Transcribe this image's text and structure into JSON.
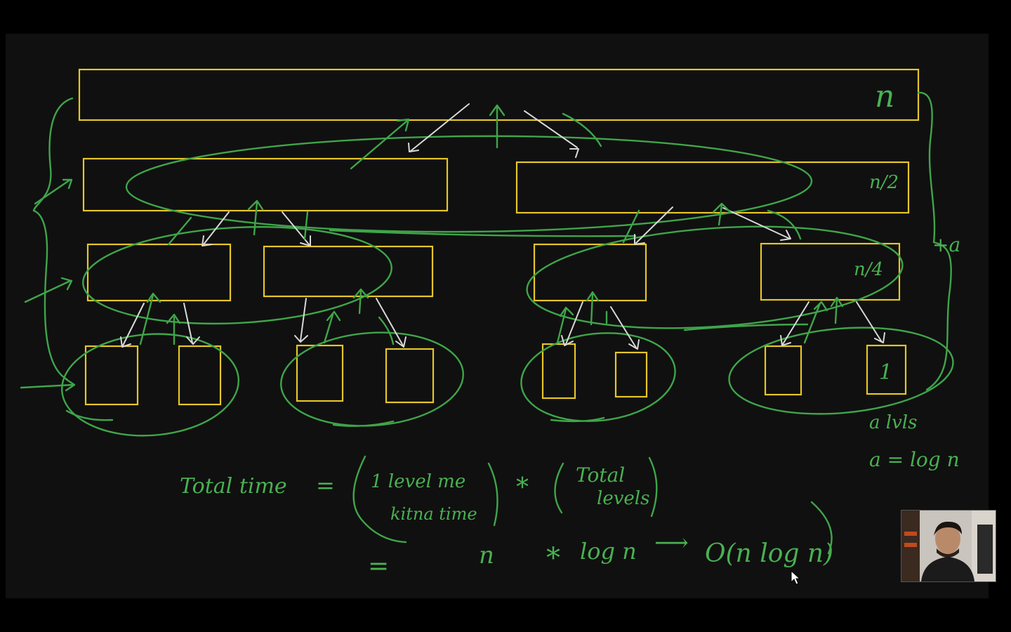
{
  "labels": {
    "top_size": "n",
    "half_size": "n/2",
    "quarter_size": "n/4",
    "leaf_size": "1",
    "levels_brace": "+a",
    "a_levels": "a lvls",
    "a_equals": "a = log n"
  },
  "formula": {
    "total_time": "Total time",
    "equals": "=",
    "per_level_line1": "1 level me",
    "per_level_line2": "kitna time",
    "times": "*",
    "total_levels_line1": "Total",
    "total_levels_line2": "levels",
    "second_equals": "=",
    "result_n": "n",
    "result_times": "*",
    "result_log": "log n",
    "arrow": "⟶",
    "big_o": "O(n log n)"
  },
  "colors": {
    "board": "#101010",
    "boxes": "#e6c627",
    "ink_green": "#3fa54a",
    "ink_white": "#d8d8d8"
  }
}
